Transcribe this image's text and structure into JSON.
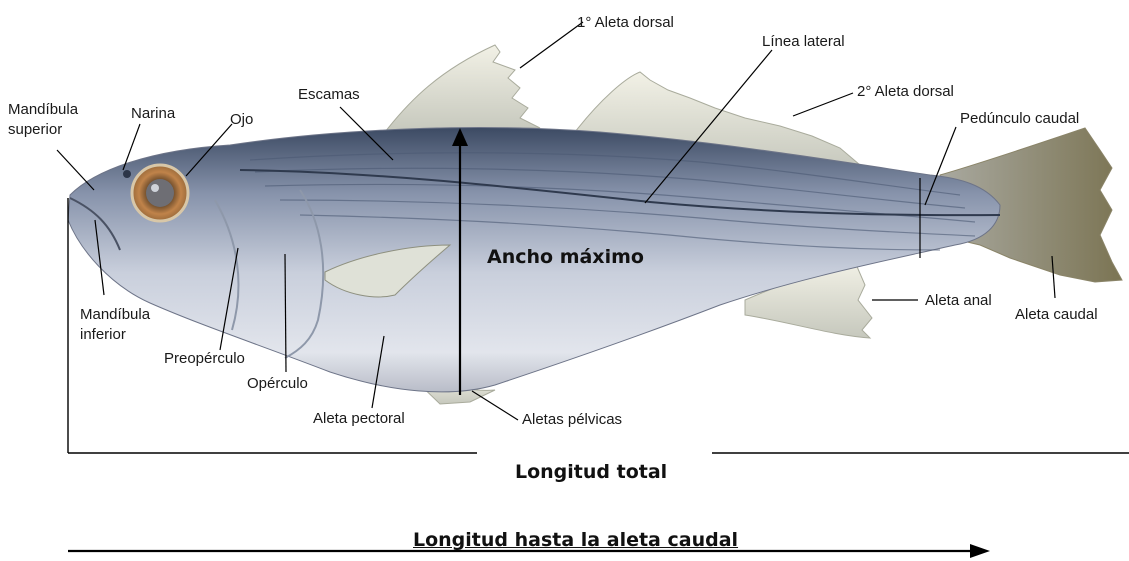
{
  "labels": {
    "mandibula_superior": "Mandíbula\nsuperior",
    "narina": "Narina",
    "ojo": "Ojo",
    "escamas": "Escamas",
    "aleta_dorsal_1": "1° Aleta dorsal",
    "linea_lateral": "Línea lateral",
    "aleta_dorsal_2": "2° Aleta dorsal",
    "pedunculo_caudal": "Pedúnculo caudal",
    "mandibula_inferior": "Mandíbula\ninferior",
    "preoperculo": "Preopérculo",
    "operculo": "Opérculo",
    "aleta_pectoral": "Aleta pectoral",
    "aletas_pelvicas": "Aletas pélvicas",
    "aleta_anal": "Aleta anal",
    "aleta_caudal": "Aleta caudal"
  },
  "measurements": {
    "ancho_maximo": "Ancho máximo",
    "longitud_total": "Longitud total",
    "longitud_hasta_caudal": "Longitud hasta la aleta caudal"
  }
}
